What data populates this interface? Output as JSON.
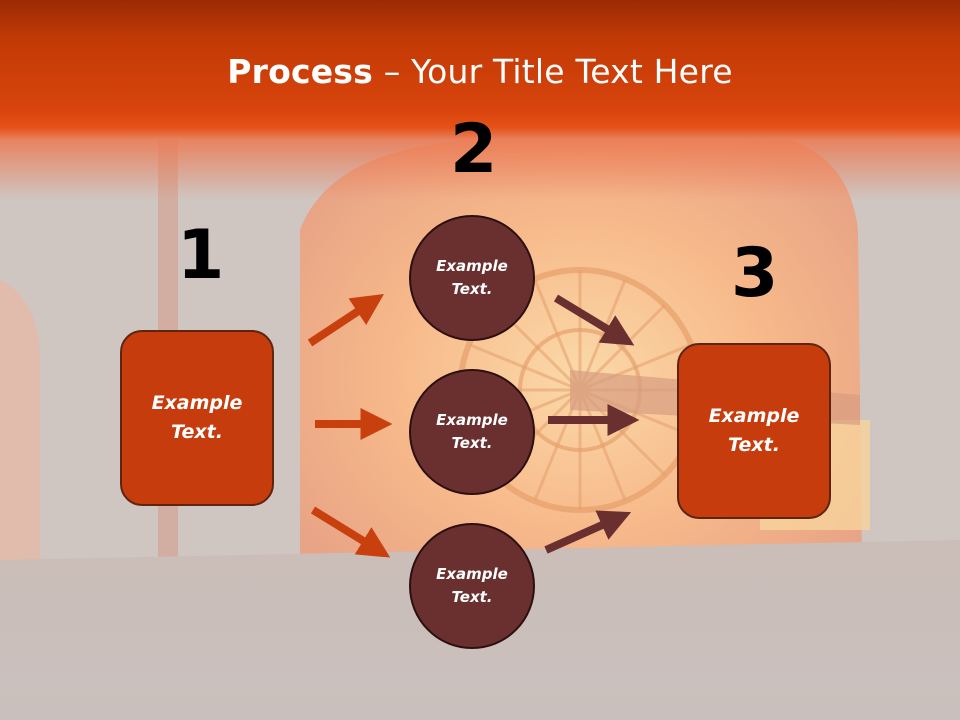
{
  "slide": {
    "title_bold": "Process",
    "title_dash": " – ",
    "title_rest": "Your Title Text Here"
  },
  "steps": {
    "one": {
      "number": "1",
      "text": "Example\nText."
    },
    "two": {
      "number": "2",
      "items": [
        "Example\nText.",
        "Example\nText.",
        "Example\nText."
      ]
    },
    "three": {
      "number": "3",
      "text": "Example\nText."
    }
  },
  "colors": {
    "box": "#c73c0c",
    "circle": "#6a3030",
    "arrow_orange": "#c8400e",
    "arrow_brown": "#6a3030"
  }
}
